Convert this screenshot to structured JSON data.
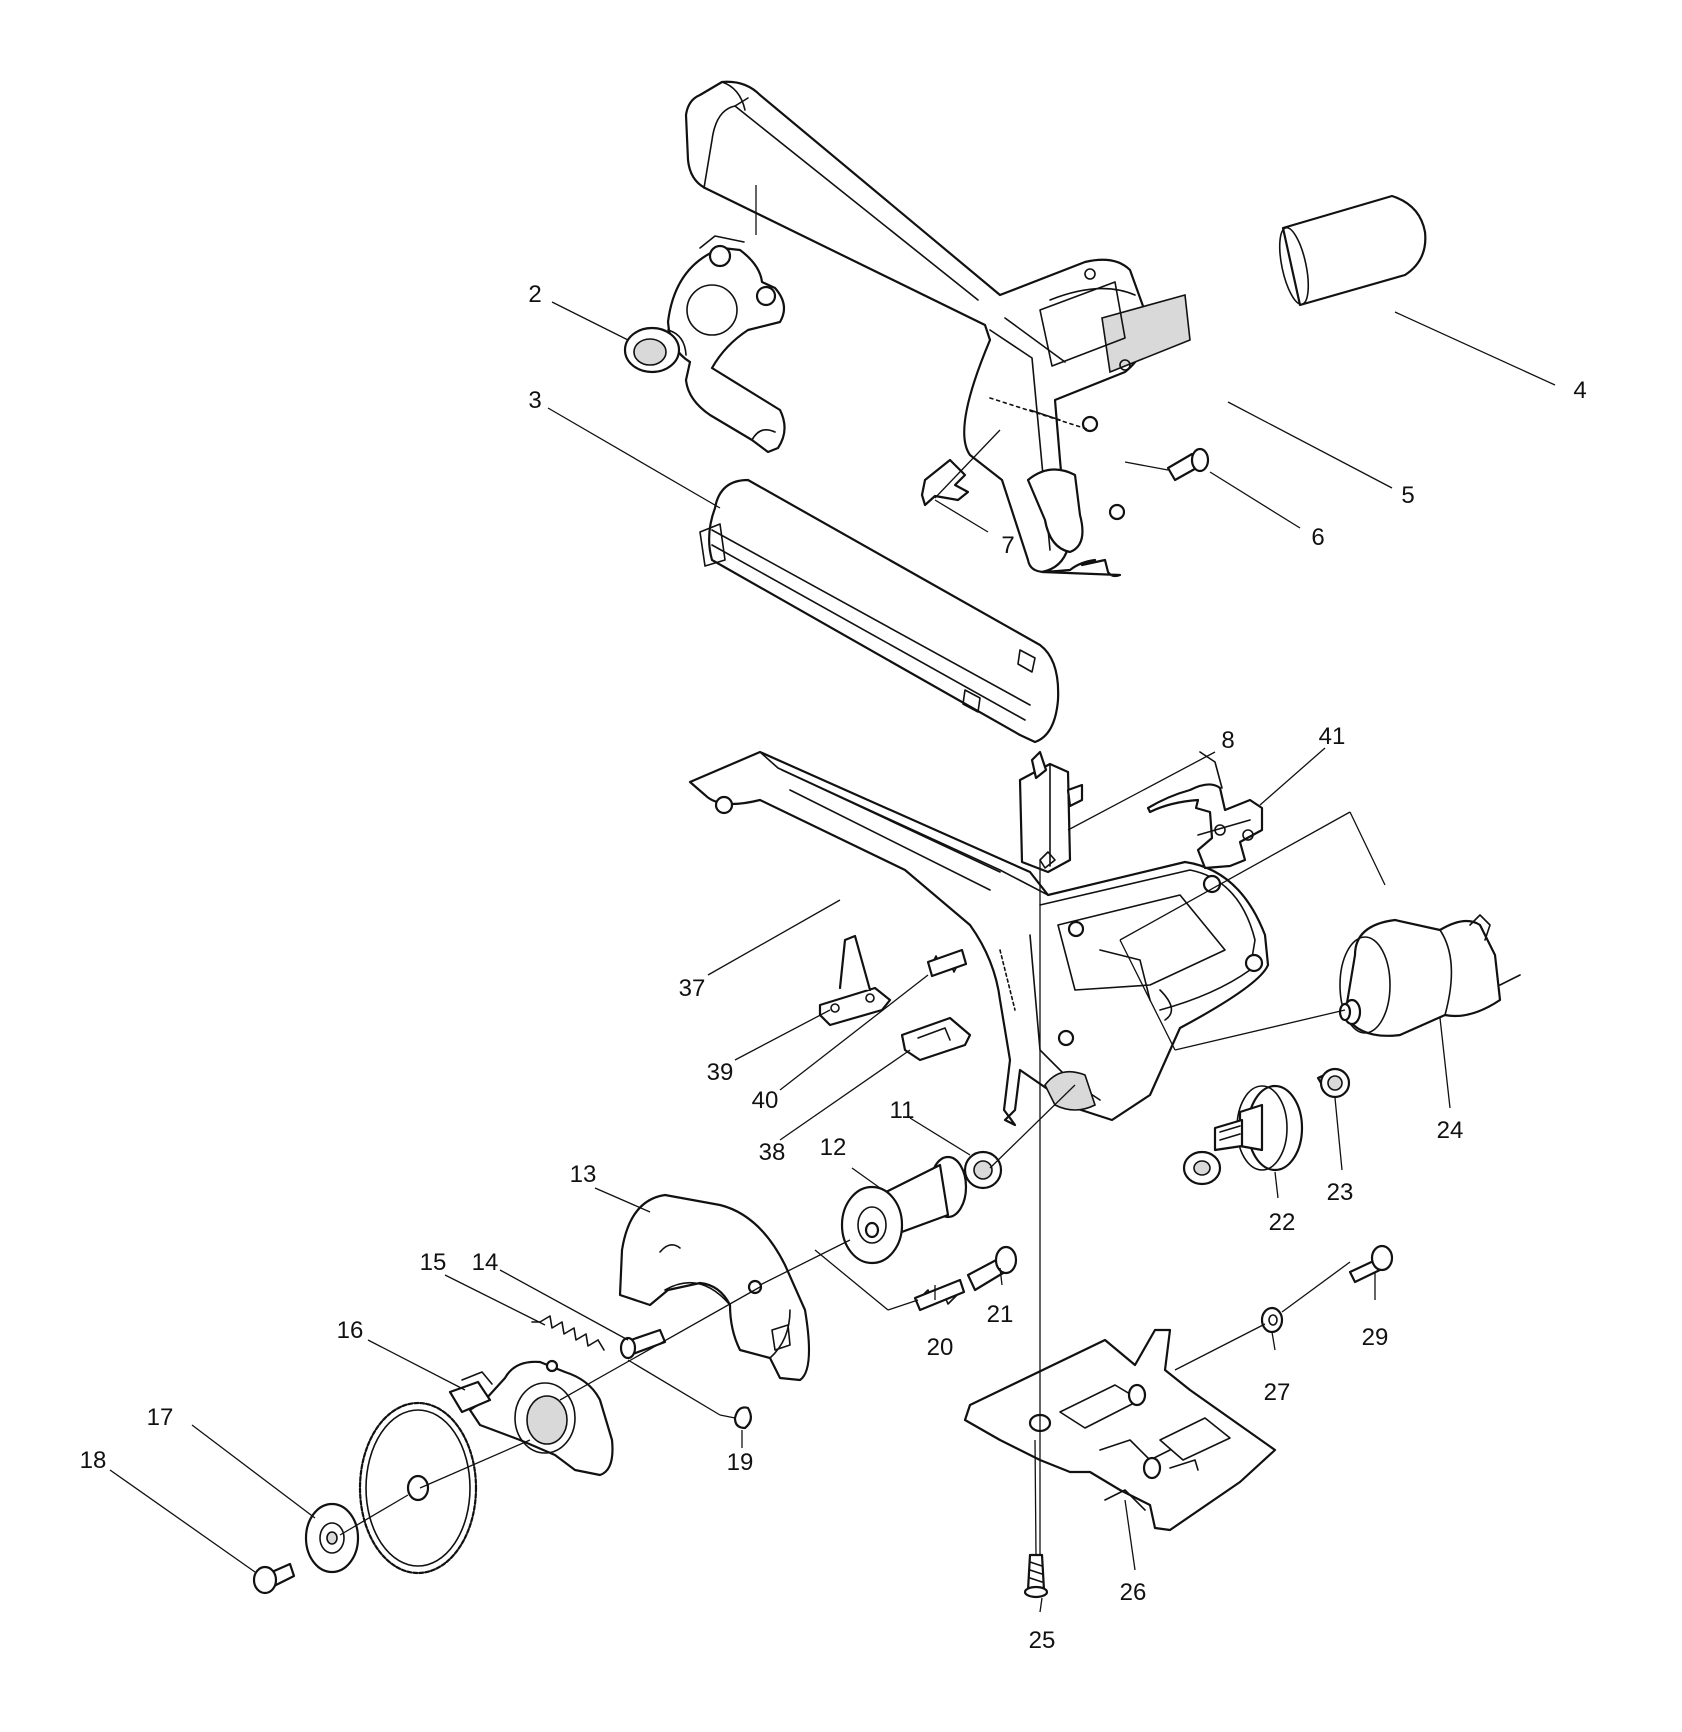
{
  "diagram": {
    "background": "#ffffff",
    "line_color": "#111111",
    "callouts": [
      {
        "id": "2",
        "label": "2"
      },
      {
        "id": "3",
        "label": "3"
      },
      {
        "id": "4",
        "label": "4"
      },
      {
        "id": "5",
        "label": "5"
      },
      {
        "id": "6",
        "label": "6"
      },
      {
        "id": "7",
        "label": "7"
      },
      {
        "id": "8",
        "label": "8"
      },
      {
        "id": "41",
        "label": "41"
      },
      {
        "id": "37",
        "label": "37"
      },
      {
        "id": "39",
        "label": "39"
      },
      {
        "id": "40",
        "label": "40"
      },
      {
        "id": "38",
        "label": "38"
      },
      {
        "id": "11",
        "label": "11"
      },
      {
        "id": "12",
        "label": "12"
      },
      {
        "id": "13",
        "label": "13"
      },
      {
        "id": "14",
        "label": "14"
      },
      {
        "id": "15",
        "label": "15"
      },
      {
        "id": "16",
        "label": "16"
      },
      {
        "id": "17",
        "label": "17"
      },
      {
        "id": "18",
        "label": "18"
      },
      {
        "id": "19",
        "label": "19"
      },
      {
        "id": "20",
        "label": "20"
      },
      {
        "id": "21",
        "label": "21"
      },
      {
        "id": "22",
        "label": "22"
      },
      {
        "id": "23",
        "label": "23"
      },
      {
        "id": "24",
        "label": "24"
      },
      {
        "id": "25",
        "label": "25"
      },
      {
        "id": "26",
        "label": "26"
      },
      {
        "id": "27",
        "label": "27"
      },
      {
        "id": "29",
        "label": "29"
      }
    ]
  }
}
